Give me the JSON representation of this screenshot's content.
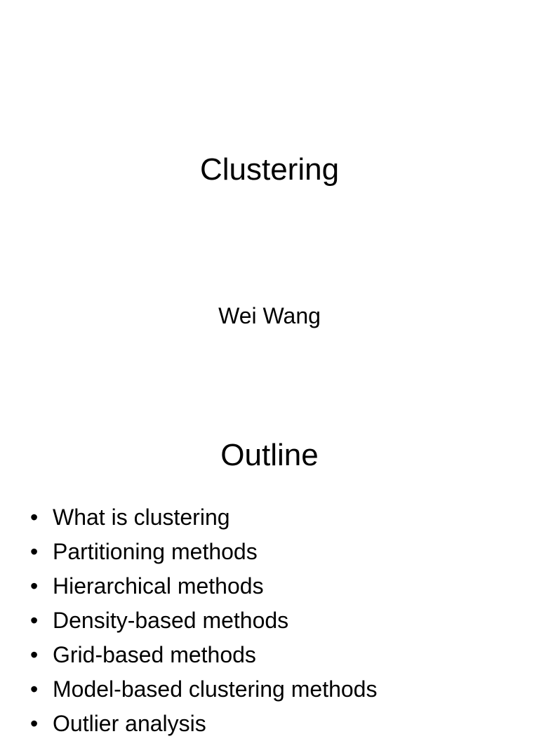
{
  "title_slide": {
    "title": "Clustering",
    "author": "Wei Wang"
  },
  "outline_slide": {
    "title": "Outline",
    "bullet_glyph": "•",
    "items": [
      "What is clustering",
      "Partitioning methods",
      "Hierarchical methods",
      "Density-based methods",
      "Grid-based methods",
      "Model-based clustering methods",
      "Outlier analysis"
    ]
  }
}
